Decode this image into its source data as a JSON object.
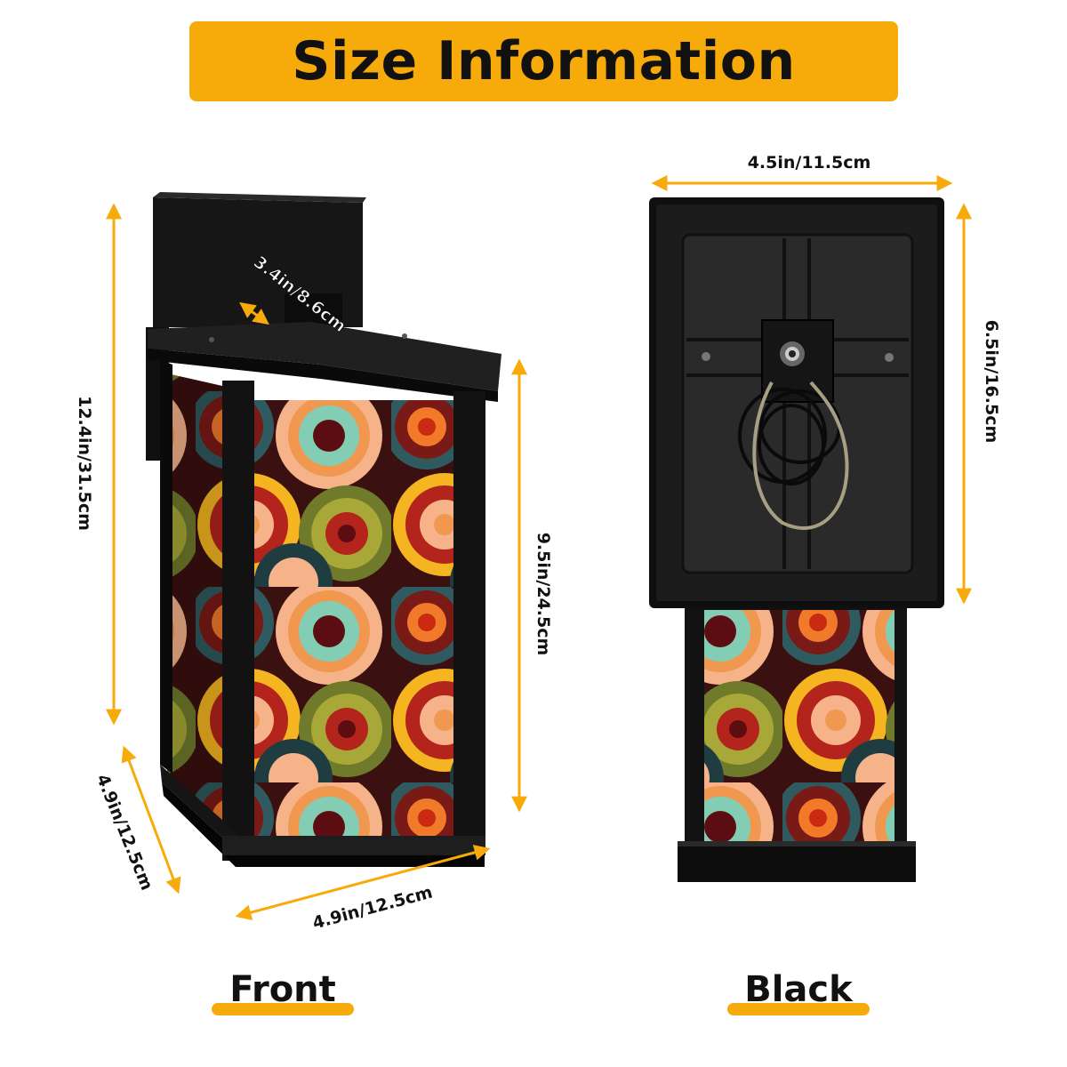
{
  "title": "Size Information",
  "accent_color": "#f7ab0a",
  "views": {
    "front": {
      "caption": "Front",
      "dims": {
        "total_height": "12.4in/31.5cm",
        "bracket_depth": "3.4in/8.6cm",
        "panel_height": "9.5in/24.5cm",
        "base_width": "4.9in/12.5cm",
        "base_depth": "4.9in/12.5cm"
      }
    },
    "back": {
      "caption": "Black",
      "dims": {
        "plate_width": "4.5in/11.5cm",
        "plate_height": "6.5in/16.5cm"
      }
    }
  },
  "icons": {
    "lantern_front": "lantern-front-illustration",
    "lantern_back": "lantern-back-illustration"
  }
}
